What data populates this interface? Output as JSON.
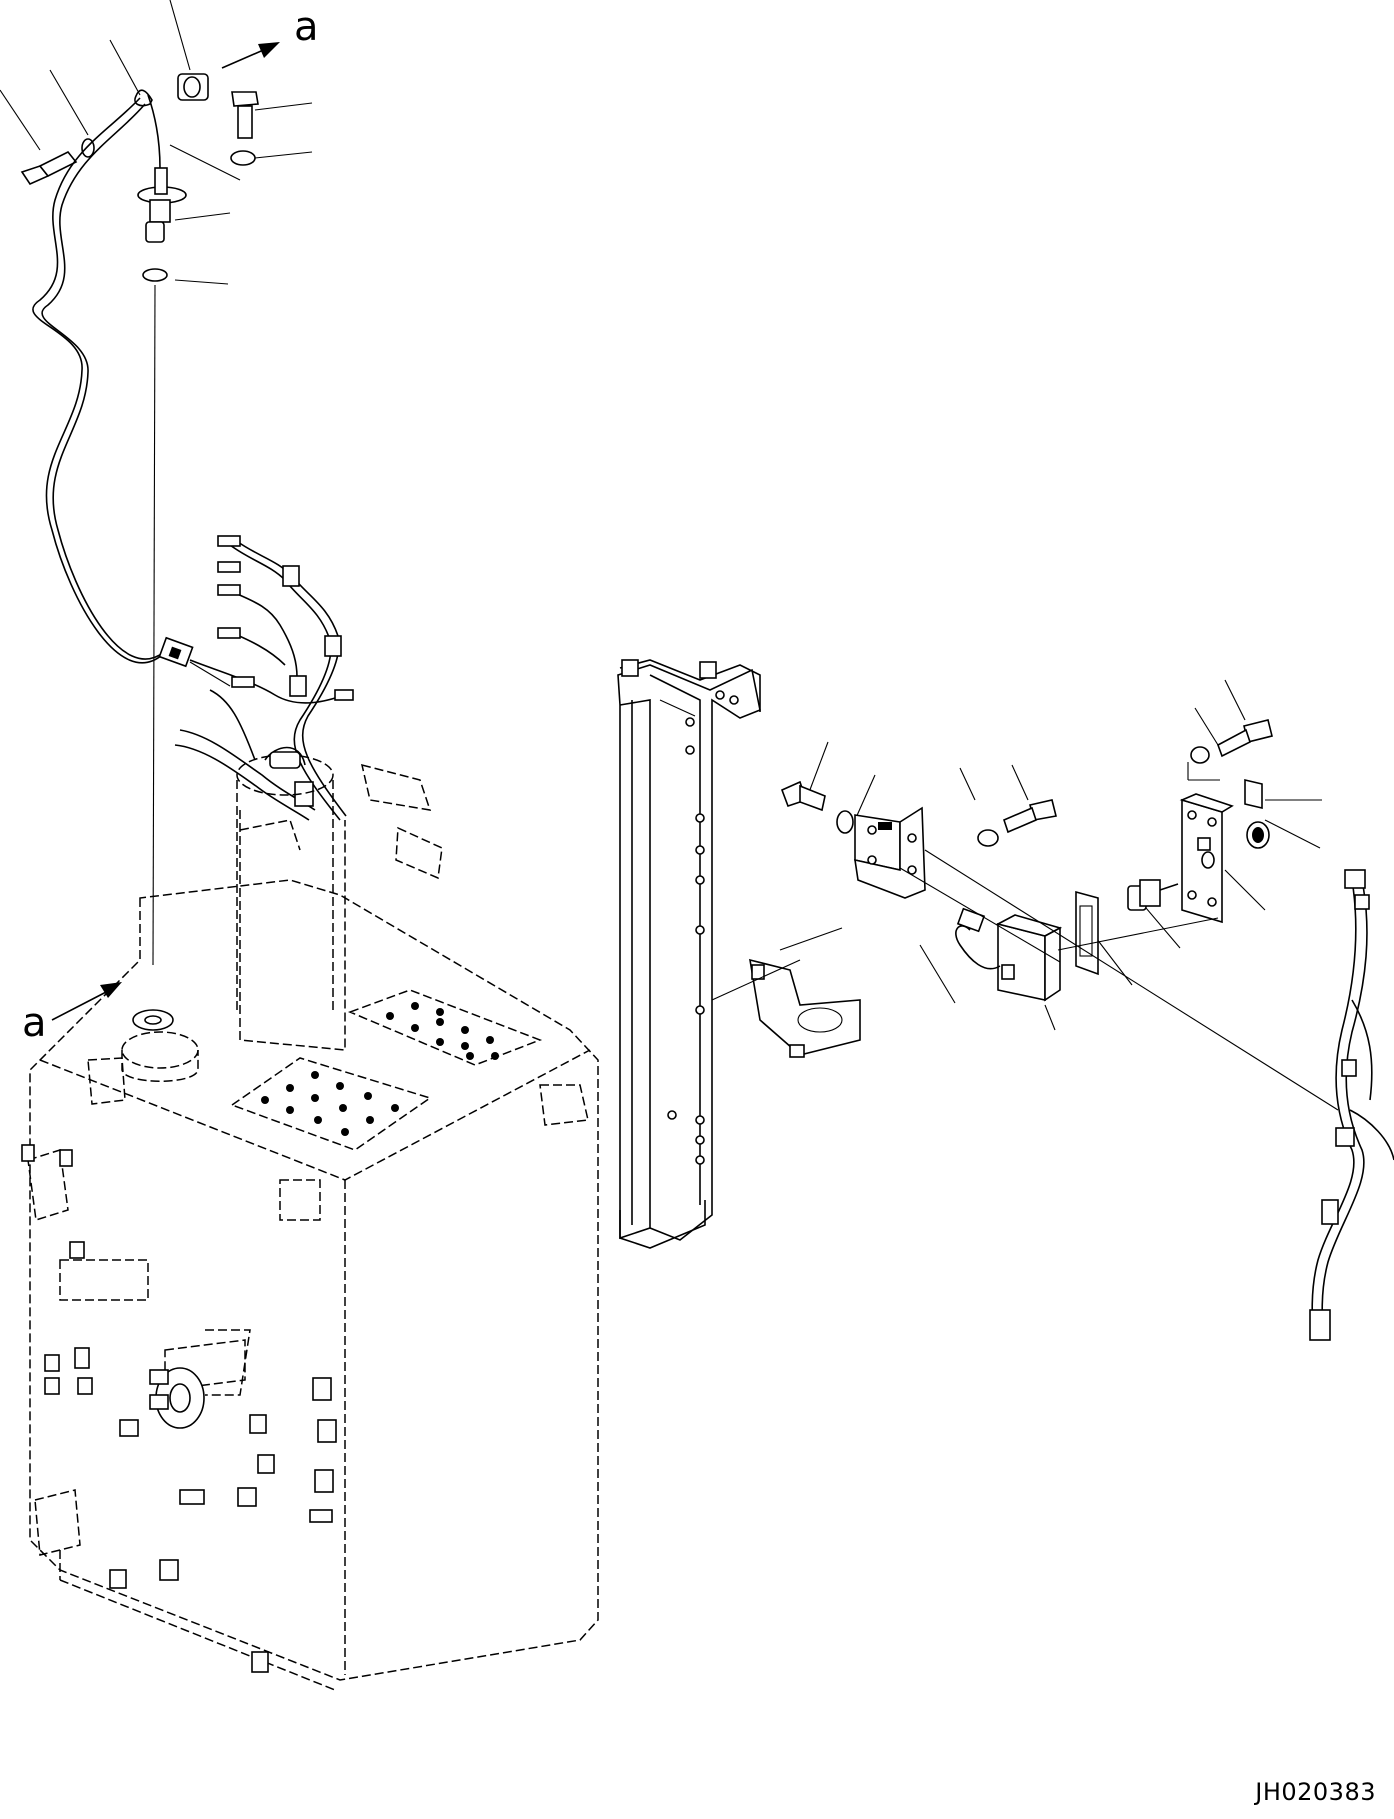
{
  "drawing": {
    "drawing_number": "JH020383",
    "view_marker_top": "a",
    "view_marker_bottom": "a"
  }
}
